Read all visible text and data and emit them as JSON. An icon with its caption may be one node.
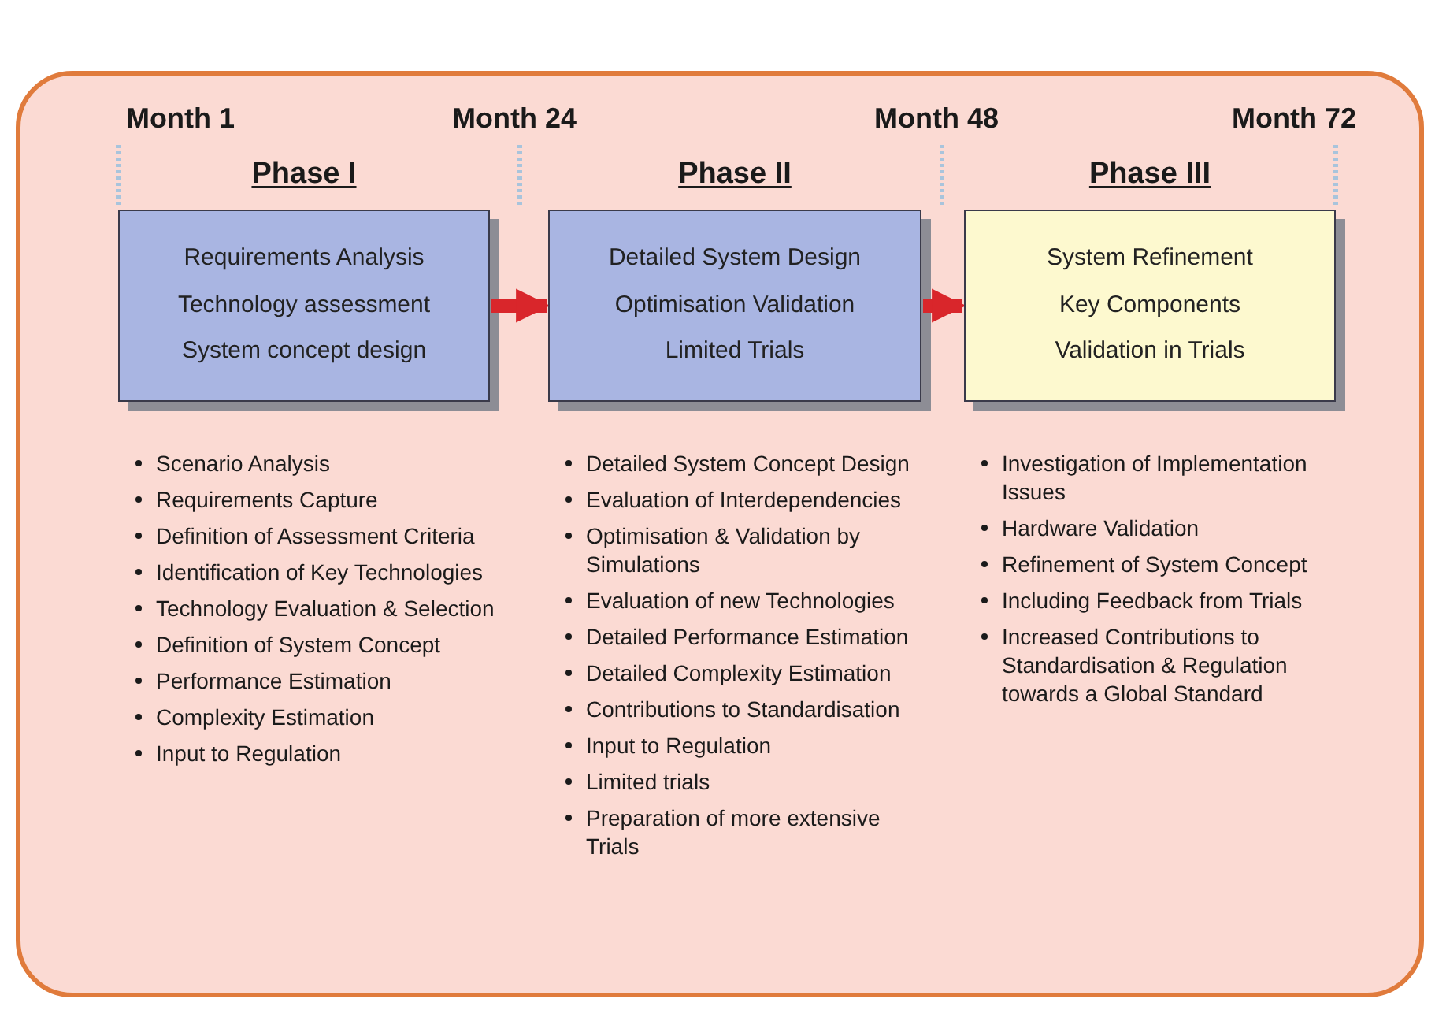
{
  "diagram": {
    "nodes": [
      {
        "text": [
          "Phase I",
          "Requirements Analysis",
          "Technology assessment",
          "System concept design"
        ],
        "beside": [
          "Scenario Analysis",
          "Requirements Capture",
          "Definition of Assessment Criteria",
          "Identification of Key Technologies",
          "Technology Evaluation & Selection",
          "Definition of System Concept",
          "Performance Estimation",
          "Complexity Estimation",
          "Input to Regulation"
        ]
      },
      {
        "text": [
          "Phase II",
          "Detailed System Design",
          "Optimisation Validation",
          "Limited Trials"
        ],
        "beside": [
          "Detailed System Concept Design",
          "Evaluation of Interdependencies",
          "Optimisation & Validation by Simulations",
          "Evaluation of new Technologies",
          "Detailed Performance Estimation",
          "Detailed Complexity Estimation",
          "Contributions to Standardisation",
          "Input to Regulation",
          "Limited trials",
          "Preparation of more extensive Trials"
        ]
      },
      {
        "text": [
          "Phase III",
          "System Refinement",
          "Key Components",
          "Validation in Trials"
        ],
        "beside": [
          "Investigation of Implementation Issues",
          "Hardware Validation",
          "Refinement of System Concept",
          "Including Feedback from Trials",
          "Increased Contributions to Standardisation & Regulation towards a Global Standard"
        ]
      }
    ],
    "edges": [
      {
        "from": 0,
        "to": 1,
        "arrow": "to"
      },
      {
        "from": 1,
        "to": 2,
        "arrow": "to"
      }
    ],
    "labels": [
      "Month 1",
      "Month 24",
      "Month 48",
      "Month 72"
    ]
  }
}
